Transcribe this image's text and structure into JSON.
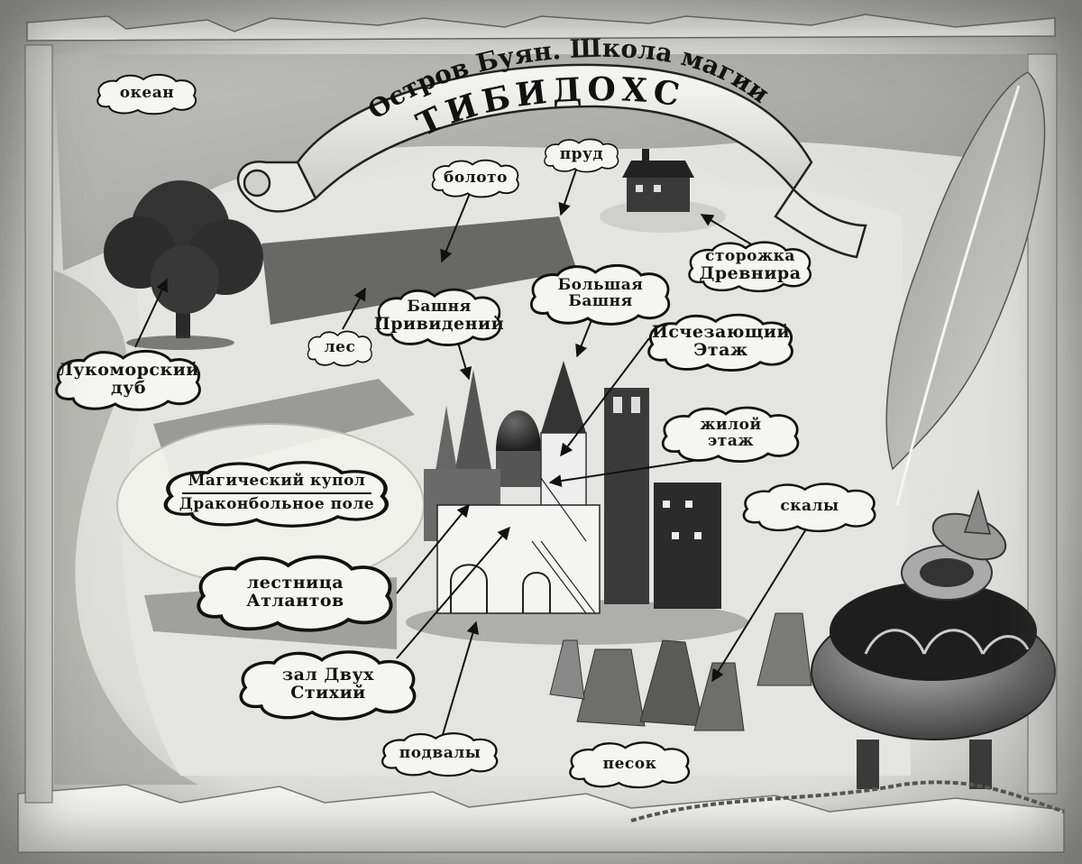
{
  "map": {
    "title_line1": "Остров Буян. Школа магии",
    "title_line2": "ТИБИДОХС",
    "colors": {
      "parchment": "#e9e9e6",
      "ink": "#141414",
      "cloud_fill": "#f5f5f1",
      "shading": "#8a8a86"
    },
    "labels": {
      "ocean": "океан",
      "swamp": "болото",
      "pond": "пруд",
      "lodge_l1": "сторожка",
      "lodge_l2": "Древнира",
      "oak_l1": "Лукоморский",
      "oak_l2": "дуб",
      "forest": "лес",
      "ghost_tower_l1": "Башня",
      "ghost_tower_l2": "Привидений",
      "great_tower_l1": "Большая",
      "great_tower_l2": "Башня",
      "vanishing_floor_l1": "Исчезающий",
      "vanishing_floor_l2": "Этаж",
      "living_floor_l1": "жилой",
      "living_floor_l2": "этаж",
      "dome_l1": "Магический купол",
      "dome_l2": "Драконбольное поле",
      "cliffs": "скалы",
      "stairs_l1": "лестница",
      "stairs_l2": "Атлантов",
      "hall_l1": "зал Двух",
      "hall_l2": "Стихий",
      "cellars": "подвалы",
      "sand": "песок"
    },
    "icons": {
      "oak": "oak-tree-icon",
      "castle": "castle-icon",
      "lodge": "lodge-hut-icon",
      "feather": "quill-feather-icon",
      "inkwell": "inkwell-icon",
      "rocks": "rocks-icon",
      "scroll": "scroll-banner-icon"
    }
  }
}
